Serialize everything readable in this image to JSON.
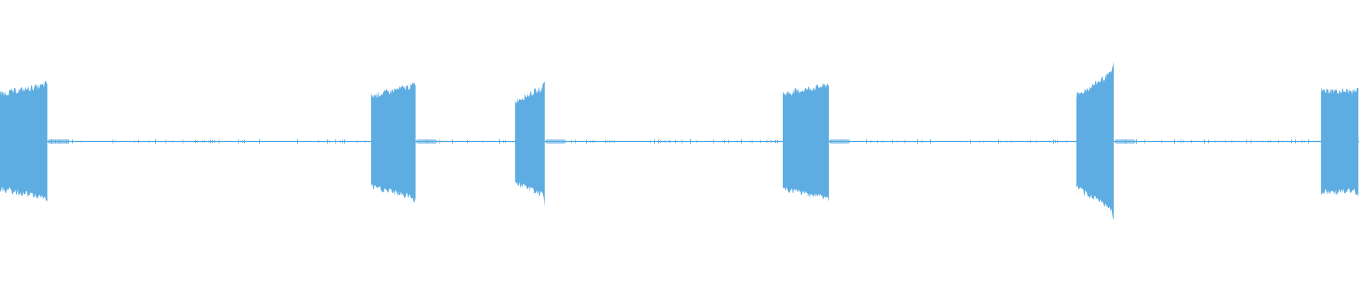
{
  "waveform": {
    "color": "#5dade2",
    "background": "#ffffff",
    "baseline_amplitude": 0.012,
    "bursts": [
      {
        "start": 0.0,
        "end": 0.035,
        "amp_start": 0.42,
        "amp_end": 0.5,
        "peak": 0.52
      },
      {
        "start": 0.273,
        "end": 0.306,
        "amp_start": 0.4,
        "amp_end": 0.5,
        "peak": 0.52
      },
      {
        "start": 0.379,
        "end": 0.401,
        "amp_start": 0.36,
        "amp_end": 0.48,
        "peak": 0.55
      },
      {
        "start": 0.576,
        "end": 0.61,
        "amp_start": 0.42,
        "amp_end": 0.5,
        "peak": 0.51
      },
      {
        "start": 0.792,
        "end": 0.82,
        "amp_start": 0.4,
        "amp_end": 0.62,
        "peak": 0.7
      },
      {
        "start": 0.972,
        "end": 1.0,
        "amp_start": 0.45,
        "amp_end": 0.44,
        "peak": 0.47
      }
    ]
  }
}
